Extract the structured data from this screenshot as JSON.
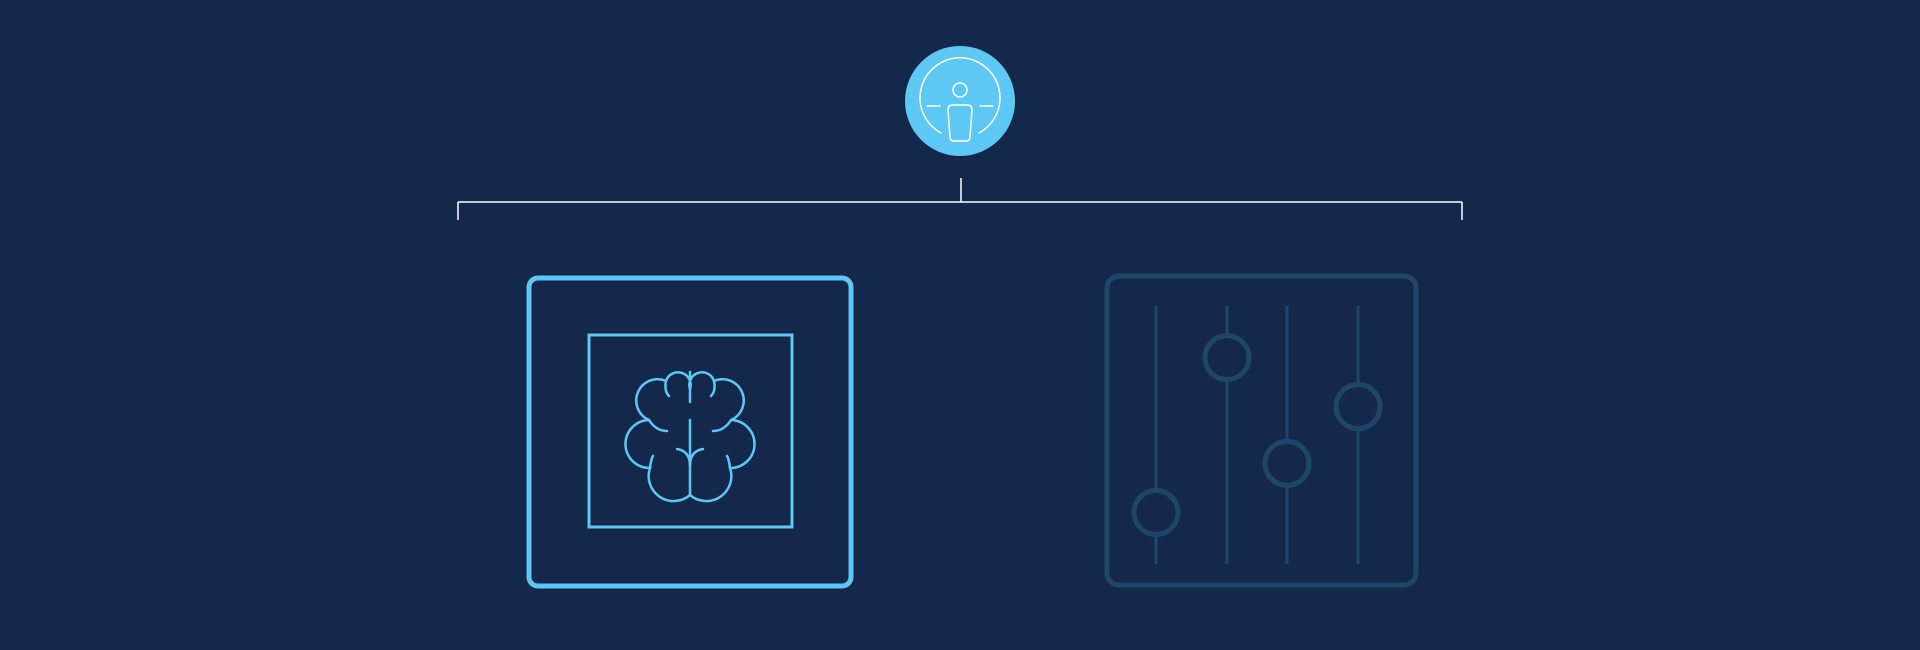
{
  "colors": {
    "background": "#13284b",
    "accent": "#5ec8f5",
    "connector": "#ffffff",
    "muted": "#1f4669"
  },
  "nodes": {
    "root": {
      "icon": "person-at-wheel-icon",
      "state": "active"
    },
    "children": [
      {
        "icon": "brain-icon",
        "state": "active"
      },
      {
        "icon": "sliders-icon",
        "state": "inactive"
      }
    ]
  },
  "sliders": {
    "levels": [
      0.2,
      0.8,
      0.39,
      0.61
    ]
  }
}
